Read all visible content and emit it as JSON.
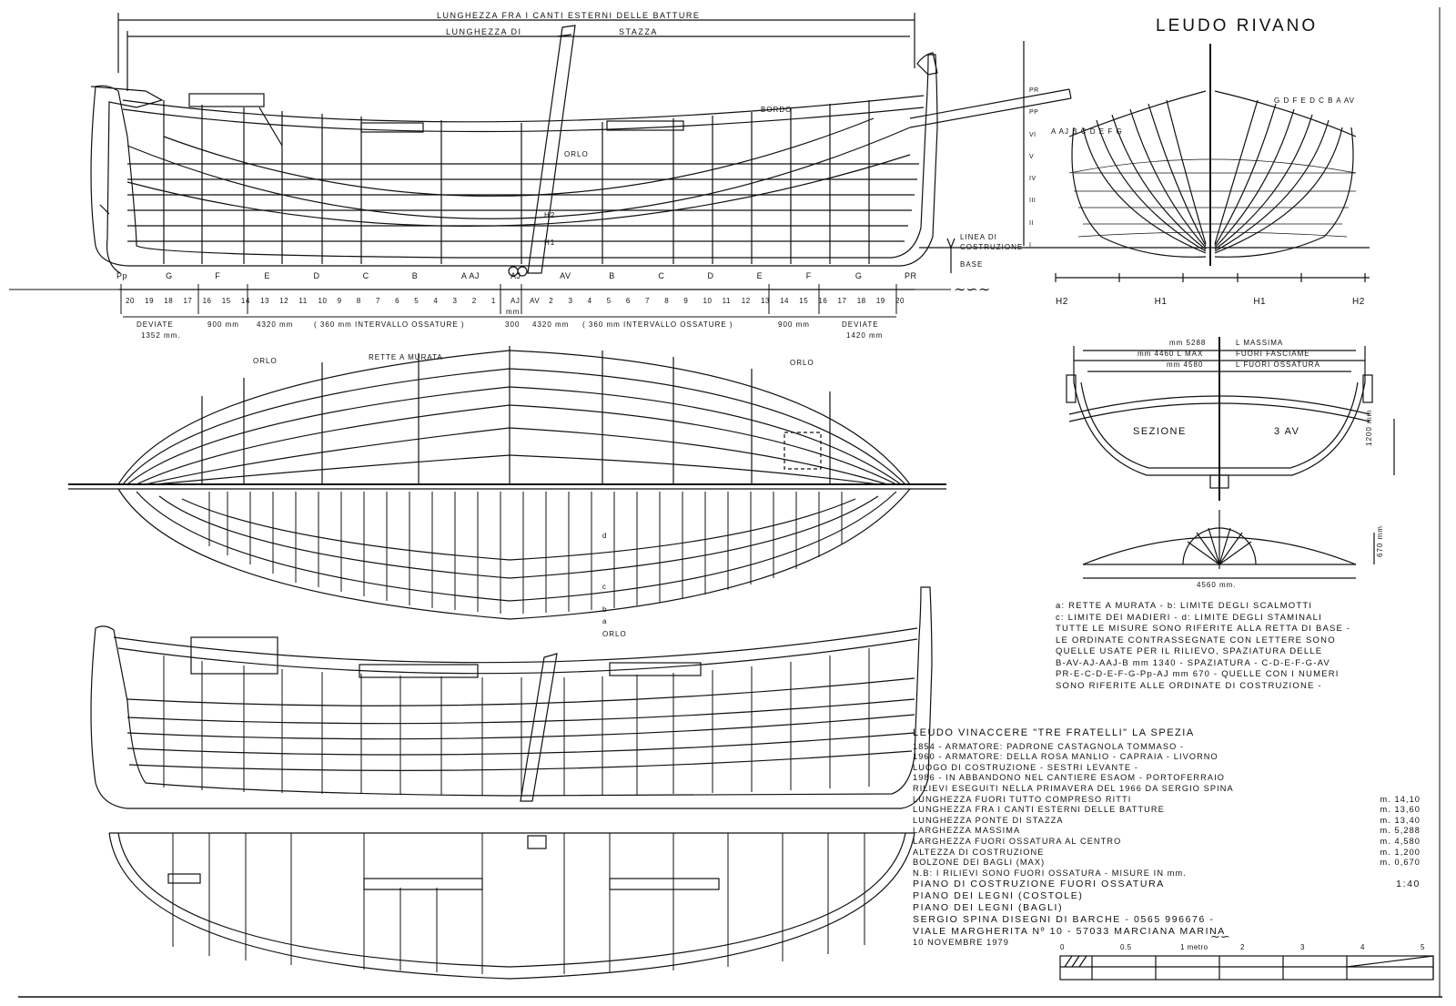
{
  "title": "LEUDO RIVANO",
  "top_dims": {
    "line1": "LUNGHEZZA FRA I CANTI ESTERNI DELLE BATTURE",
    "line2a": "LUNGHEZZA DI",
    "line2b": "STAZZA"
  },
  "profile_labels": {
    "bordo": "BORDO",
    "orlo": "ORLO",
    "h2": "H2",
    "h1": "H1"
  },
  "station_letters": [
    "Pp",
    "G",
    "F",
    "E",
    "D",
    "C",
    "B",
    "A AJ",
    "AJ",
    "AV",
    "B",
    "C",
    "D",
    "E",
    "F",
    "G",
    "PR"
  ],
  "frame_numbers": [
    "20",
    "19",
    "18",
    "17",
    "16",
    "15",
    "14",
    "13",
    "12",
    "11",
    "10",
    "9",
    "8",
    "7",
    "6",
    "5",
    "4",
    "3",
    "2",
    "1",
    "AJ",
    "AV",
    "2",
    "3",
    "4",
    "5",
    "6",
    "7",
    "8",
    "9",
    "10",
    "11",
    "12",
    "13",
    "14",
    "15",
    "16",
    "17",
    "18",
    "19",
    "20"
  ],
  "spacing": {
    "deviate_left": "DEVIATE",
    "deviate_left_mm": "1352 mm.",
    "mm900_left": "900 mm",
    "mm4320_left": "4320 mm",
    "intervallo_left": "( 360 mm INTERVALLO OSSATURE )",
    "mm300": "300",
    "mm_label": "mm",
    "mm4320_right": "4320 mm",
    "intervallo_right": "( 360 mm INTERVALLO OSSATURE )",
    "mm900_right": "900 mm",
    "deviate_right": "DEVIATE",
    "deviate_right_mm": "1420 mm"
  },
  "body_plan": {
    "levels": [
      "PR",
      "PP",
      "VI",
      "V",
      "IV",
      "III",
      "II",
      "I"
    ],
    "linea_di": "LINEA DI",
    "costruzione": "COSTRUZIONE",
    "base": "BASE",
    "left_letters": "A AJ B C D E F G",
    "right_letters": "G D F E D C B A AV",
    "h_labels": [
      "H2",
      "H1",
      "H1",
      "H2"
    ]
  },
  "half_breadth": {
    "orlo_left": "ORLO",
    "rette": "RETTE A MURATA",
    "orlo_right": "ORLO",
    "diag_d": "d",
    "diag_c": "c",
    "diag_b": "b",
    "diag_a": "a",
    "orlo_bottom": "ORLO"
  },
  "section": {
    "dim1": "mm 5288",
    "dim1_note": "L MASSIMA",
    "dim2": "mm 4460 L MAX",
    "dim2_note": "FUORI FASCIAME",
    "dim3": "mm 4580",
    "dim3_note": "L FUORI OSSATURA",
    "label_a": "SEZIONE",
    "label_b": "3 AV",
    "height": "1200 mm",
    "camber_height": "670 mm",
    "camber_width": "4560 mm."
  },
  "notes": [
    "a: RETTE A MURATA - b: LIMITE DEGLI SCALMOTTI",
    "c: LIMITE DEI MADIERI - d: LIMITE DEGLI STAMINALI",
    "TUTTE LE MISURE SONO RIFERITE ALLA RETTA DI BASE -",
    "LE ORDINATE CONTRASSEGNATE CON LETTERE SONO",
    "QUELLE USATE PER IL RILIEVO, SPAZIATURA DELLE",
    "B-AV-AJ-AAJ-B  mm 1340 - SPAZIATURA - C-D-E-F-G-AV",
    "PR-E-C-D-E-F-G-Pp-AJ  mm 670 - QUELLE CON I NUMERI",
    "SONO RIFERITE ALLE ORDINATE DI COSTRUZIONE -"
  ],
  "spec": {
    "heading": "LEUDO VINACCERE \"TRE FRATELLI\" LA SPEZIA",
    "history": [
      "1854 - ARMATORE: PADRONE CASTAGNOLA TOMMASO -",
      "1960 - ARMATORE: DELLA ROSA MANLIO - CAPRAIA - LIVORNO",
      "LUOGO DI COSTRUZIONE - SESTRI LEVANTE -",
      "1986 - IN ABBANDONO NEL CANTIERE ESAOM - PORTOFERRAIO",
      "RILIEVI ESEGUITI NELLA PRIMAVERA DEL 1966 DA SERGIO SPINA"
    ],
    "dimensions": [
      {
        "label": "LUNGHEZZA FUORI TUTTO COMPRESO RITTI",
        "value": "m. 14,10"
      },
      {
        "label": "LUNGHEZZA FRA I CANTI ESTERNI DELLE BATTURE",
        "value": "m. 13,60"
      },
      {
        "label": "LUNGHEZZA PONTE DI STAZZA",
        "value": "m. 13,40"
      },
      {
        "label": "LARGHEZZA MASSIMA",
        "value": "m. 5,288"
      },
      {
        "label": "LARGHEZZA FUORI OSSATURA AL CENTRO",
        "value": "m. 4,580"
      },
      {
        "label": "ALTEZZA DI COSTRUZIONE",
        "value": "m. 1,200"
      },
      {
        "label": "BOLZONE DEI BAGLI (MAX)",
        "value": "m. 0,670"
      }
    ],
    "nb": "N.B: I RILIEVI SONO FUORI OSSATURA - MISURE IN mm.",
    "plans": [
      {
        "label": "PIANO DI COSTRUZIONE FUORI OSSATURA",
        "value": "1:40"
      },
      {
        "label": "PIANO DEI LEGNI (COSTOLE)",
        "value": ""
      },
      {
        "label": "PIANO DEI LEGNI (BAGLI)",
        "value": ""
      }
    ],
    "author": "SERGIO SPINA DISEGNI DI BARCHE - 0565 996676 -",
    "address": "VIALE MARGHERITA Nº 10 - 57033 MARCIANA MARINA",
    "date": "10 NOVEMBRE 1979"
  },
  "scale_bar": {
    "ticks": [
      "0",
      "0.5",
      "1 metro",
      "2",
      "3",
      "4",
      "5"
    ]
  }
}
